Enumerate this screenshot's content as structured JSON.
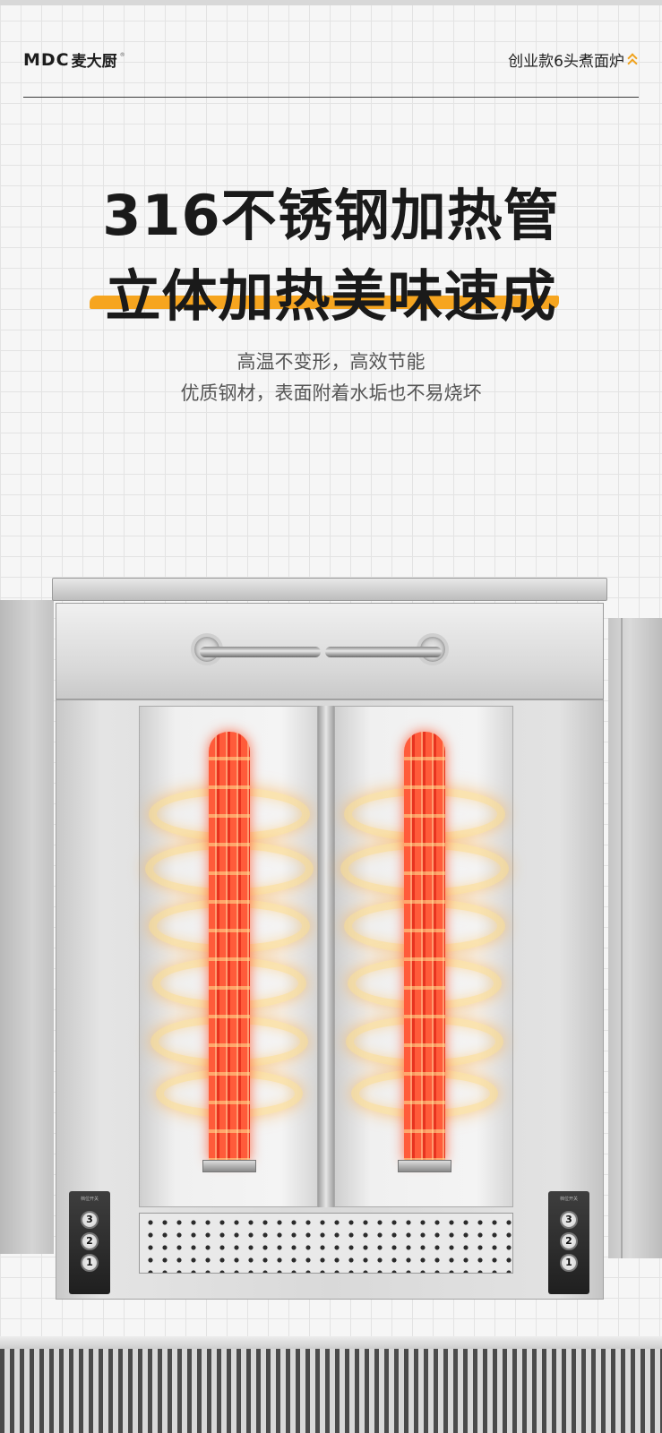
{
  "header": {
    "brand_latin": "MDC",
    "brand_cn": "麦大厨",
    "brand_mark": "®",
    "model_title": "创业款6头煮面炉",
    "icon": "double-chevron-up-icon",
    "accent_color": "#f6a51f"
  },
  "headline": {
    "line1": "316不锈钢加热管",
    "line2": "立体加热美味速成"
  },
  "subtitle": {
    "line1": "高温不变形，高效节能",
    "line2": "优质钢材，表面附着水垢也不易烧坏"
  },
  "control_panels": {
    "label": "档位开关",
    "knobs": [
      "3",
      "2",
      "1"
    ]
  }
}
